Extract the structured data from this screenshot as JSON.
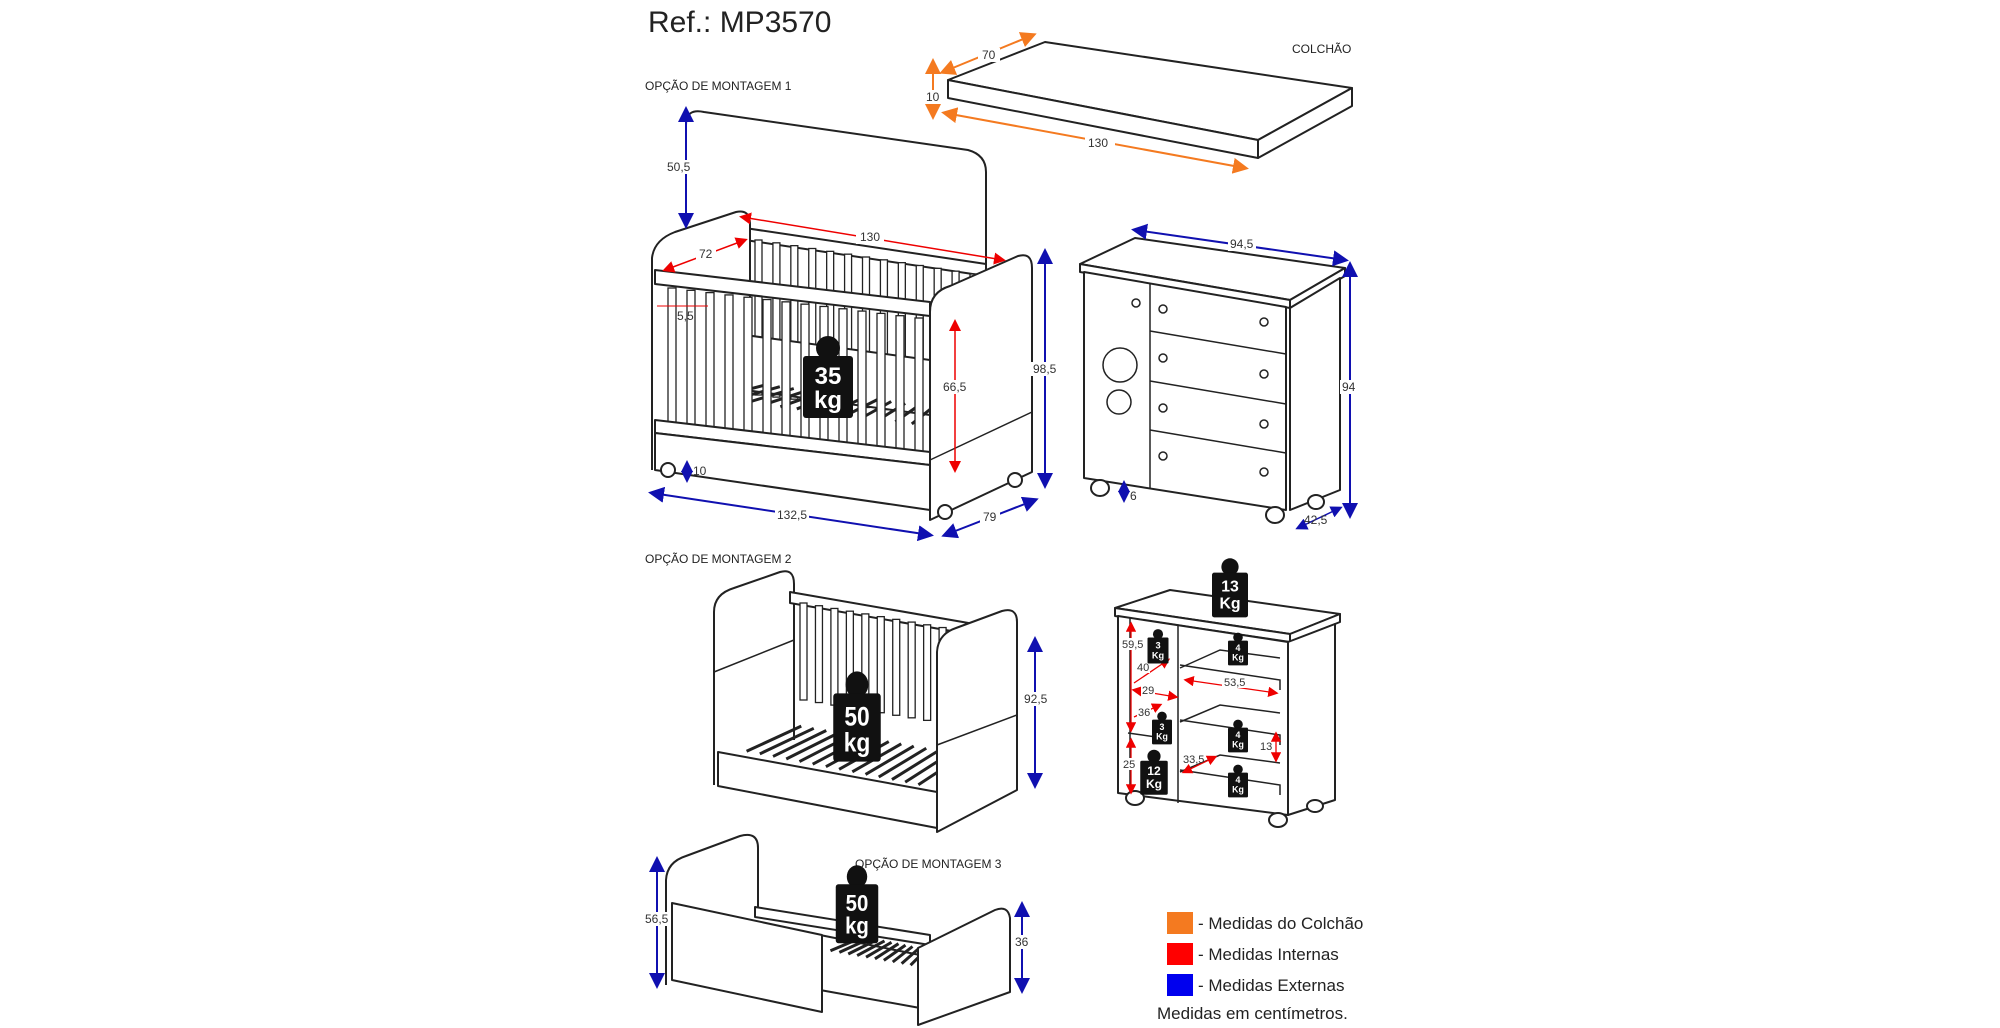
{
  "title": "Ref.: MP3570",
  "labels": {
    "mattress": "COLCHÃO",
    "option1": "OPÇÃO DE MONTAGEM 1",
    "option2": "OPÇÃO DE MONTAGEM 2",
    "option3": "OPÇÃO DE MONTAGEM 3"
  },
  "colors": {
    "mattress": "#f47a20",
    "internal": "#ff0000",
    "external": "#0000ee"
  },
  "mattress_dims": {
    "width": "70",
    "height": "10",
    "length": "130"
  },
  "crib1_dims": {
    "headboard": "50,5",
    "inner_length": "130",
    "inner_width": "72",
    "slat_gap": "5,5",
    "inner_height": "66,5",
    "height": "98,5",
    "floor": "10",
    "length": "132,5",
    "depth": "79"
  },
  "dresser1_dims": {
    "width": "94,5",
    "height": "94",
    "feet": "6",
    "depth": "42,5"
  },
  "crib2_dims": {
    "height": "92,5"
  },
  "crib3_dims": {
    "height": "56,5",
    "side": "36"
  },
  "dresser2_dims": {
    "a": "59,5",
    "b": "40",
    "c": "29",
    "d": "36",
    "e": "25",
    "f": "53,5",
    "g": "13",
    "h": "33,5"
  },
  "weights": {
    "crib1": {
      "num": "35",
      "unit": "kg"
    },
    "crib2": {
      "num": "50",
      "unit": "kg"
    },
    "crib3": {
      "num": "50",
      "unit": "kg"
    },
    "top": {
      "num": "13",
      "unit": "Kg"
    },
    "shelf_top": {
      "num": "3",
      "unit": "Kg"
    },
    "shelf_mid": {
      "num": "3",
      "unit": "Kg"
    },
    "door_bottom": {
      "num": "12",
      "unit": "Kg"
    },
    "drawer1": {
      "num": "4",
      "unit": "Kg"
    },
    "drawer3": {
      "num": "4",
      "unit": "Kg"
    },
    "drawer4": {
      "num": "4",
      "unit": "Kg"
    }
  },
  "legend": {
    "items": [
      "- Medidas do Colchão",
      "- Medidas Internas",
      "- Medidas Externas"
    ],
    "note": "Medidas em centímetros."
  }
}
